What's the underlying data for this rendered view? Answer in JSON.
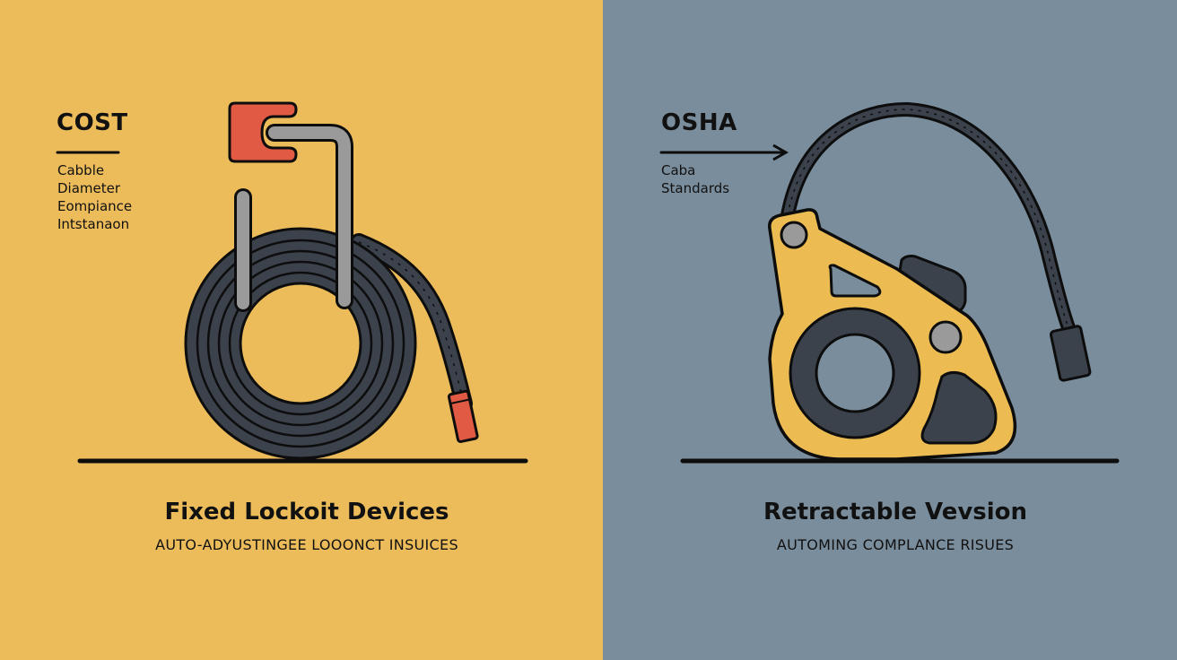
{
  "left_panel": {
    "background": "#ecbc5a",
    "label": {
      "heading": "COST",
      "lines": [
        "Cabble",
        "Diameter",
        "Eompiance",
        "Intstanaon"
      ]
    },
    "title": "Fixed Lockoit Devices",
    "subtitle": "AUTO-ADYUSTINGEE LOOONCT INSUICES",
    "illustration": "coiled-cable-lockout-icon",
    "colors": {
      "cable": "#3b424b",
      "accent": "#e05a44",
      "shackle": "#9a9a9a"
    }
  },
  "right_panel": {
    "background": "#7a8d9c",
    "label": {
      "heading": "OSHA",
      "lines": [
        "Caba",
        "Standards"
      ],
      "arrow": "arrow-right-icon"
    },
    "title": "Retractable Vevsion",
    "subtitle": "AUTOMING COMPLANCE RISUES",
    "illustration": "retractable-cable-lockout-icon",
    "colors": {
      "body": "#ecbc52",
      "dark": "#3b424b",
      "pin": "#9a9a9a"
    }
  }
}
